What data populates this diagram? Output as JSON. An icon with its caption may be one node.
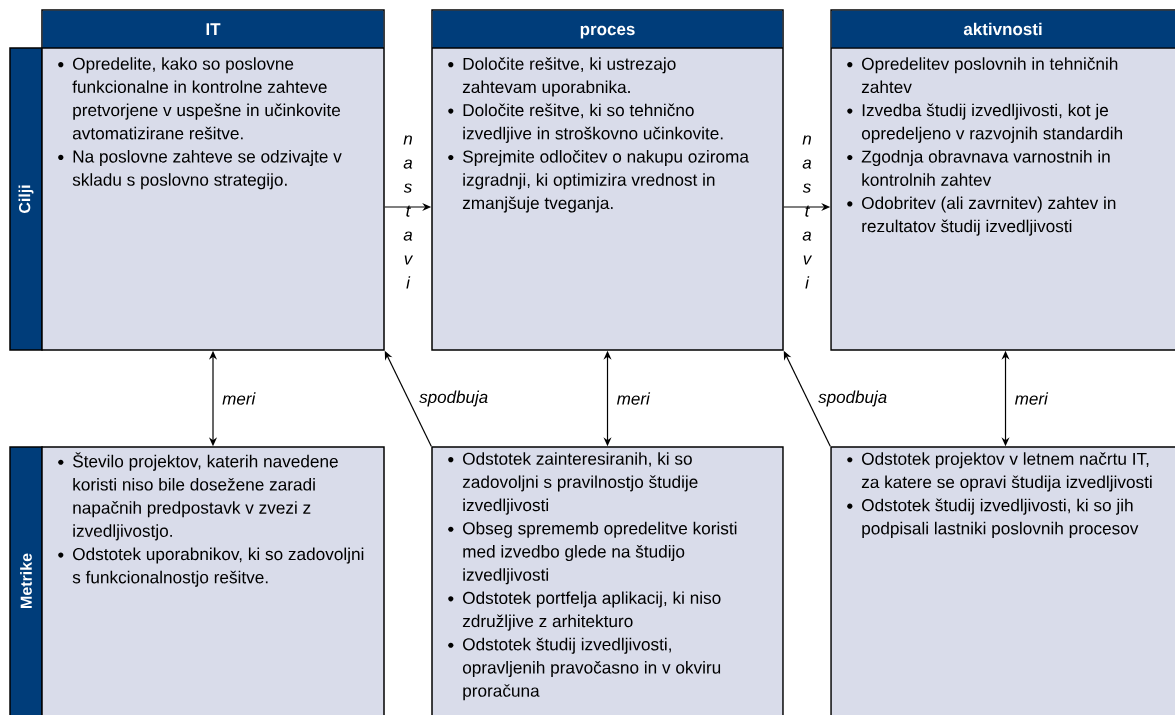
{
  "diagram": {
    "nodes": [
      {
        "text": [
          "Cilji"
        ]
      },
      {
        "text": [
          "IT",
          "Opredelite, kako so poslovne funkcionalne in kontrolne zahteve pretvorjene v uspešne in učinkovite avtomatizirane rešitve.",
          "Na poslovne zahteve se odzivajte v skladu s poslovno strategijo."
        ]
      },
      {
        "text": [
          "proces",
          "Določite rešitve, ki ustrezajo zahtevam uporabnika.",
          "Določite rešitve, ki so tehnično izvedljive in stroškovno učinkovite.",
          "Sprejmite odločitev o nakupu oziroma izgradnji, ki optimizira vrednost in zmanjšuje tveganja."
        ]
      },
      {
        "text": [
          "aktivnosti",
          "Opredelitev poslovnih in tehničnih zahtev",
          "Izvedba študij izvedljivosti, kot je opredeljeno v razvojnih standardih",
          "Zgodnja obravnava varnostnih in kontrolnih zahtev",
          "Odobritev (ali zavrnitev) zahtev in rezultatov študij izvedljivosti"
        ]
      },
      {
        "text": [
          "Metrike"
        ]
      },
      {
        "text": [
          "Število projektov, katerih navedene koristi niso bile dosežene zaradi napačnih predpostavk v zvezi z izvedljivostjo.",
          "Odstotek uporabnikov, ki so zadovoljni s funkcionalnostjo rešitve."
        ]
      },
      {
        "text": [
          "Odstotek zainteresiranih, ki so zadovoljni s pravilnostjo študije izvedljivosti",
          "Obseg sprememb opredelitve koristi med izvedbo glede na študijo izvedljivosti",
          "Odstotek portfelja aplikacij, ki niso združljive z arhitekturo",
          "Odstotek študij izvedljivosti, opravljenih pravočasno in v okviru proračuna"
        ]
      },
      {
        "text": [
          "Odstotek projektov v letnem načrtu IT, za katere se opravi študija izvedljivosti",
          "Odstotek študij izvedljivosti, ki so jih podpisali lastniki poslovnih procesov"
        ]
      }
    ],
    "edges": [
      {
        "from": 1,
        "to": 2,
        "arrow": "to",
        "label": "nastavi"
      },
      {
        "from": 2,
        "to": 3,
        "arrow": "to",
        "label": "nastavi"
      },
      {
        "from": 5,
        "to": 1,
        "arrow": "both",
        "label": "meri"
      },
      {
        "from": 6,
        "to": 1,
        "arrow": "to",
        "label": "spodbuja"
      },
      {
        "from": 6,
        "to": 2,
        "arrow": "both",
        "label": "meri"
      },
      {
        "from": 7,
        "to": 2,
        "arrow": "to",
        "label": "spodbuja"
      },
      {
        "from": 7,
        "to": 3,
        "arrow": "both",
        "label": "meri"
      }
    ]
  }
}
